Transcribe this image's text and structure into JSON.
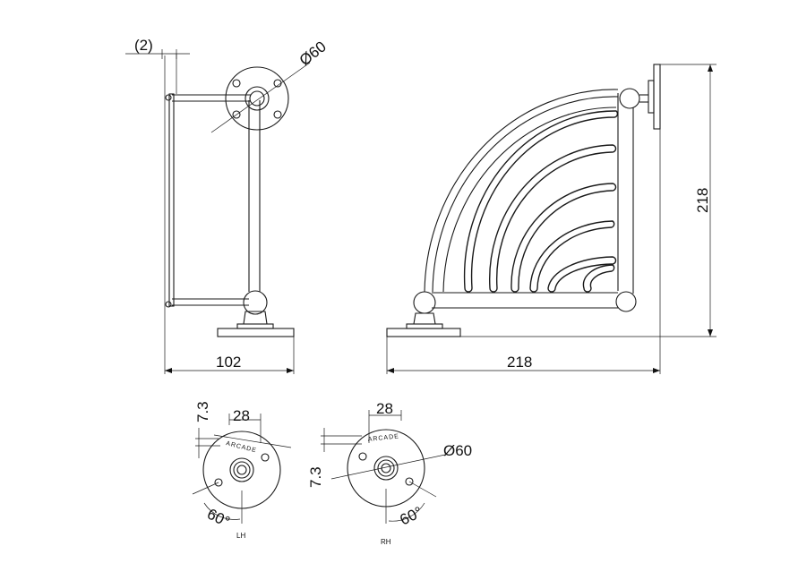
{
  "labels": {
    "note_qty": "(2)",
    "dia_top": "Ø60",
    "width_side": "102",
    "width_plan": "218",
    "height_plan": "218",
    "lh_offset": "7.3",
    "lh_width": "28",
    "lh_angle": "60°",
    "lh_caption": "LH",
    "lh_brand": "ARCADE",
    "rh_offset": "7.3",
    "rh_width": "28",
    "rh_dia": "Ø60",
    "rh_angle": "60°",
    "rh_caption": "RH",
    "rh_brand": "ARCADE"
  }
}
